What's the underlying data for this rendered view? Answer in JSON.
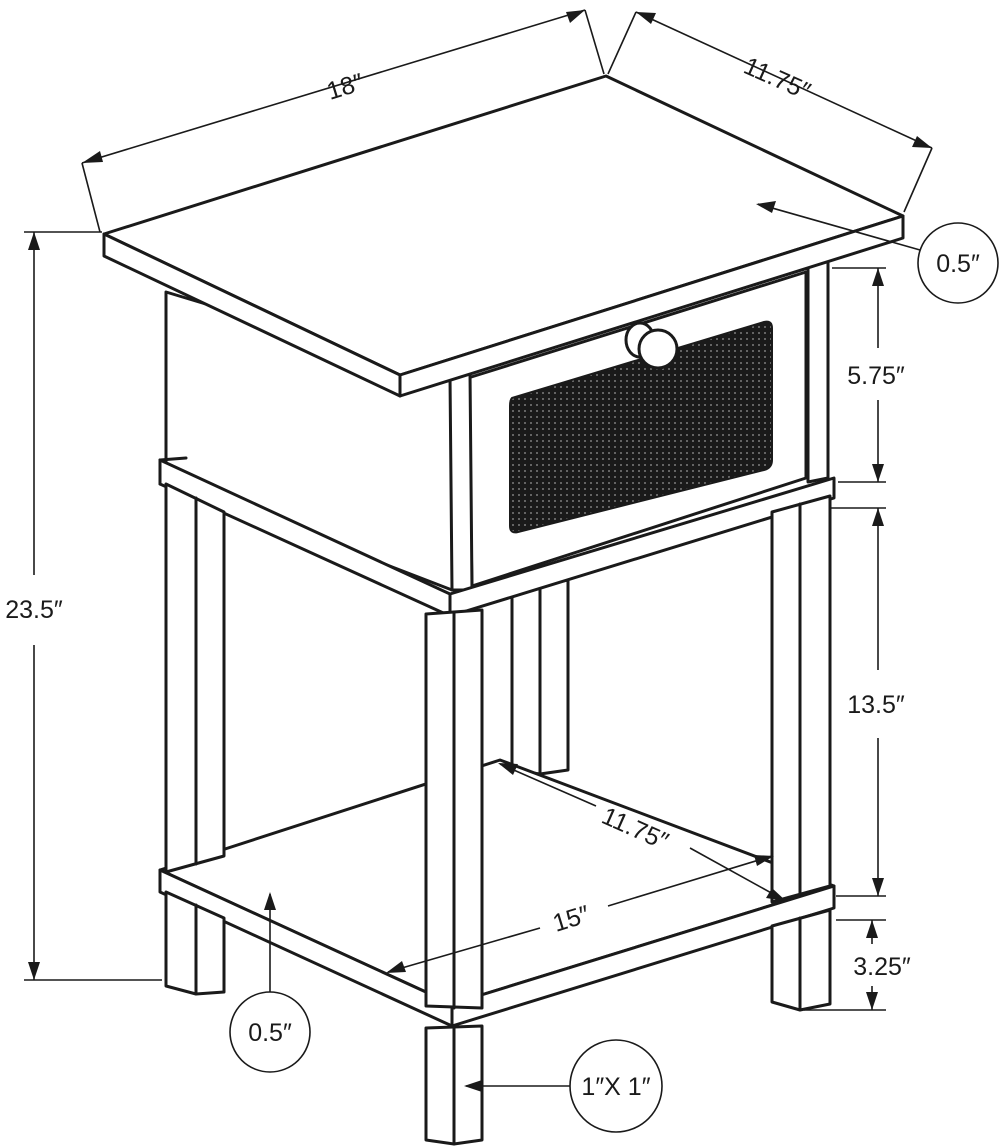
{
  "diagram": {
    "dimensions": {
      "width": "18″",
      "depth": "11.75″",
      "top_thickness": "0.5″",
      "drawer_height": "5.75″",
      "total_height": "23.5″",
      "open_height": "13.5″",
      "shelf_depth": "11.75″",
      "shelf_width": "15″",
      "leg_clearance": "3.25″",
      "shelf_thickness": "0.5″",
      "leg_size": "1″X 1″"
    },
    "colors": {
      "line": "#1a1a1a",
      "background": "#ffffff",
      "cane_panel": "#1a1a1a"
    }
  }
}
